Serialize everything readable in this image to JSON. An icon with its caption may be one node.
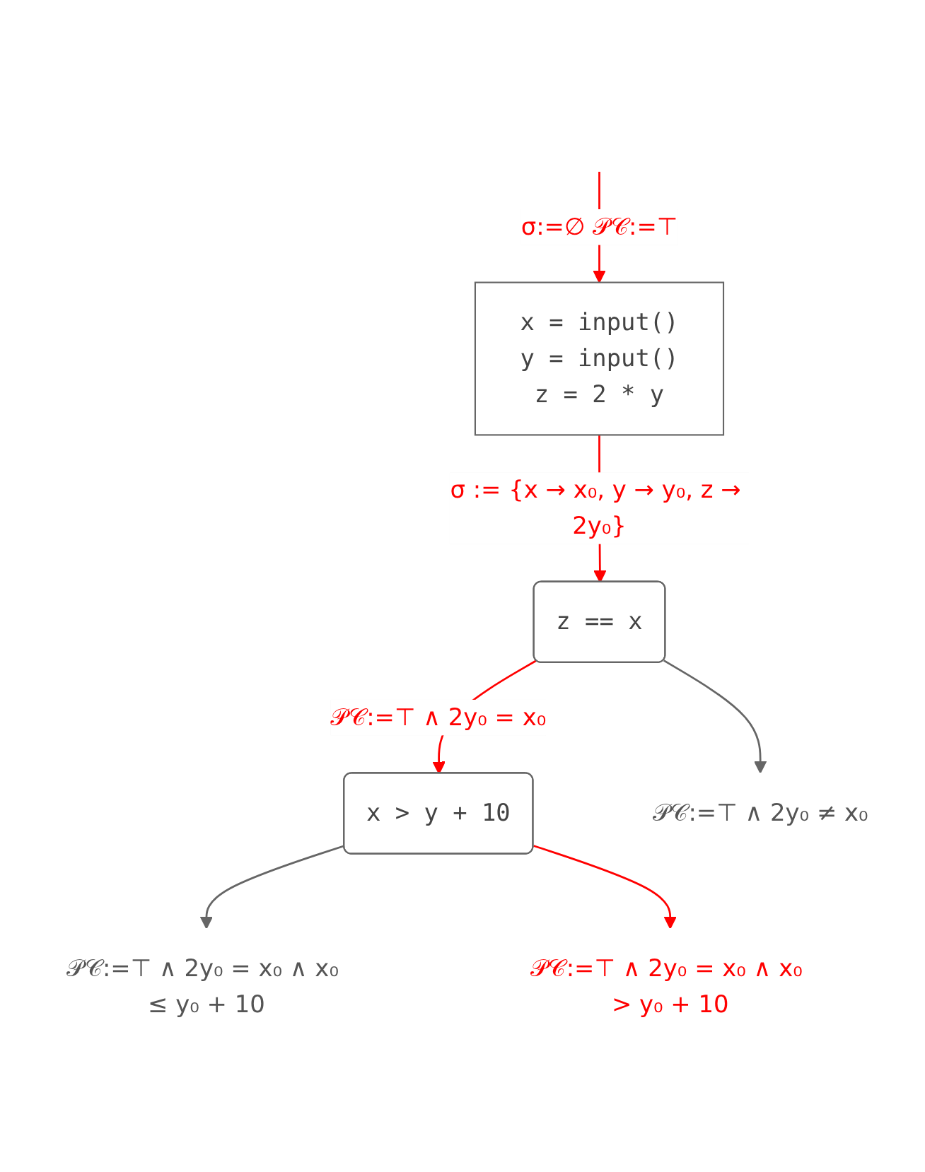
{
  "diagram": {
    "nodes": [
      {
        "text": [
          "x = input()",
          "y = input()",
          "z = 2 * y"
        ]
      },
      {
        "text": [
          "z == x"
        ]
      },
      {
        "text": [
          "x > y + 10"
        ]
      },
      {
        "text": [
          "𝒫𝒞:=⊤ ∧ 2y₀ ≠ x₀"
        ]
      },
      {
        "text": [
          "𝒫𝒞:=⊤ ∧ 2y₀ = x₀ ∧ x₀ > y₀ + 10"
        ]
      },
      {
        "text": [
          "𝒫𝒞:=⊤ ∧ 2y₀ = x₀ ∧ x₀ ≤ y₀ + 10"
        ]
      }
    ],
    "edges": [
      {
        "from": null,
        "to": 0,
        "arrow": "to",
        "label": "σ:=∅ 𝒫𝒞:=⊤"
      },
      {
        "from": 0,
        "to": 1,
        "arrow": "to",
        "label": "σ := {x → x₀, y → y₀, z → 2y₀}"
      },
      {
        "from": 1,
        "to": 3,
        "arrow": "to",
        "color": "#666666"
      },
      {
        "from": 1,
        "to": 2,
        "arrow": "to",
        "label": "𝒫𝒞:=⊤ ∧ 2y₀ = x₀"
      },
      {
        "from": 2,
        "to": 5,
        "arrow": "to",
        "color": "#666666"
      },
      {
        "from": 2,
        "to": 4,
        "arrow": "to"
      }
    ]
  }
}
